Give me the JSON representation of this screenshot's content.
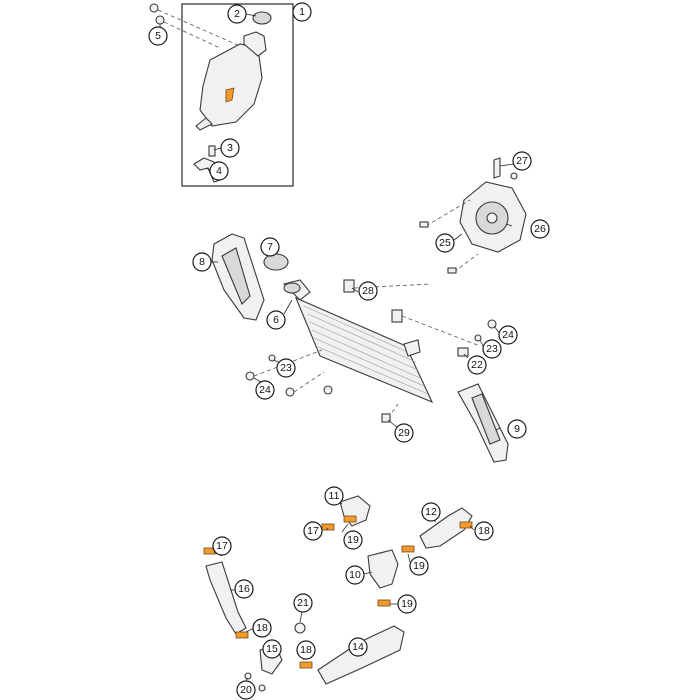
{
  "callouts": [
    {
      "id": "c1",
      "label": "1"
    },
    {
      "id": "c2",
      "label": "2"
    },
    {
      "id": "c3",
      "label": "3"
    },
    {
      "id": "c4",
      "label": "4"
    },
    {
      "id": "c5",
      "label": "5"
    },
    {
      "id": "c6",
      "label": "6"
    },
    {
      "id": "c7",
      "label": "7"
    },
    {
      "id": "c8",
      "label": "8"
    },
    {
      "id": "c9",
      "label": "9"
    },
    {
      "id": "c10",
      "label": "10"
    },
    {
      "id": "c11",
      "label": "11"
    },
    {
      "id": "c12",
      "label": "12"
    },
    {
      "id": "c14",
      "label": "14"
    },
    {
      "id": "c15",
      "label": "15"
    },
    {
      "id": "c16",
      "label": "16"
    },
    {
      "id": "c17a",
      "label": "17"
    },
    {
      "id": "c17b",
      "label": "17"
    },
    {
      "id": "c18a",
      "label": "18"
    },
    {
      "id": "c18b",
      "label": "18"
    },
    {
      "id": "c18c",
      "label": "18"
    },
    {
      "id": "c19a",
      "label": "19"
    },
    {
      "id": "c19b",
      "label": "19"
    },
    {
      "id": "c19c",
      "label": "19"
    },
    {
      "id": "c20",
      "label": "20"
    },
    {
      "id": "c21",
      "label": "21"
    },
    {
      "id": "c22",
      "label": "22"
    },
    {
      "id": "c23a",
      "label": "23"
    },
    {
      "id": "c23b",
      "label": "23"
    },
    {
      "id": "c24a",
      "label": "24"
    },
    {
      "id": "c24b",
      "label": "24"
    },
    {
      "id": "c25",
      "label": "25"
    },
    {
      "id": "c26",
      "label": "26"
    },
    {
      "id": "c27",
      "label": "27"
    },
    {
      "id": "c28",
      "label": "28"
    },
    {
      "id": "c29",
      "label": "29"
    }
  ],
  "colors": {
    "accent": "#f39a2e",
    "line": "#3a3a3a"
  }
}
